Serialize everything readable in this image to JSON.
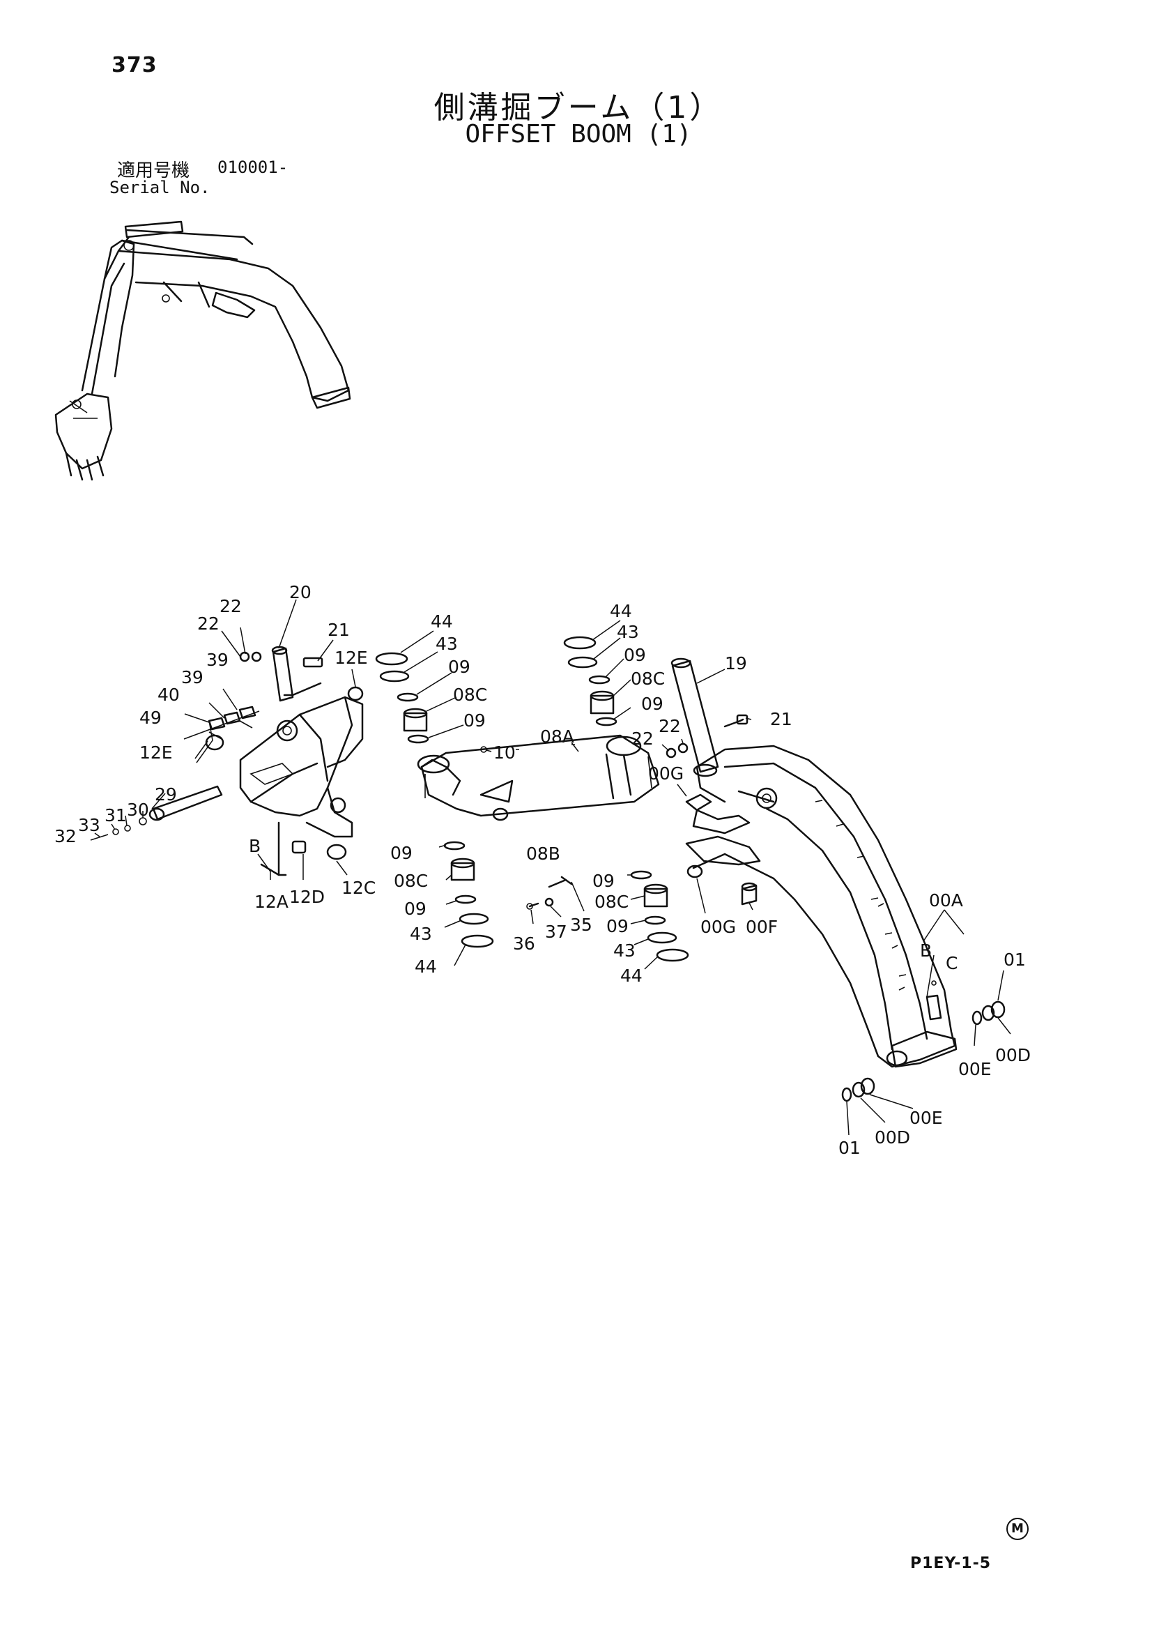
{
  "page_number": "373",
  "title_jp": "側溝掘ブーム（1）",
  "title_en": "OFFSET BOOM (1)",
  "serial_label_jp": "適用号機",
  "serial_value": "010001-",
  "serial_label_en": "Serial No.",
  "document_code": "P1EY-1-5",
  "logo_mark": "M",
  "callouts": [
    "20",
    "22",
    "22",
    "21",
    "12E",
    "39",
    "39",
    "40",
    "49",
    "12E",
    "29",
    "30",
    "31",
    "33",
    "32",
    "B",
    "12A",
    "12D",
    "12C",
    "44",
    "43",
    "09",
    "08C",
    "09",
    "10",
    "08A",
    "09",
    "08B",
    "08C",
    "09",
    "43",
    "44",
    "44",
    "43",
    "09",
    "08C",
    "09",
    "19",
    "21",
    "22",
    "22",
    "00G",
    "09",
    "08C",
    "09",
    "43",
    "44",
    "35",
    "37",
    "36",
    "00G",
    "00F",
    "00A",
    "B",
    "C",
    "01",
    "00D",
    "00E",
    "00E",
    "01",
    "00D"
  ]
}
